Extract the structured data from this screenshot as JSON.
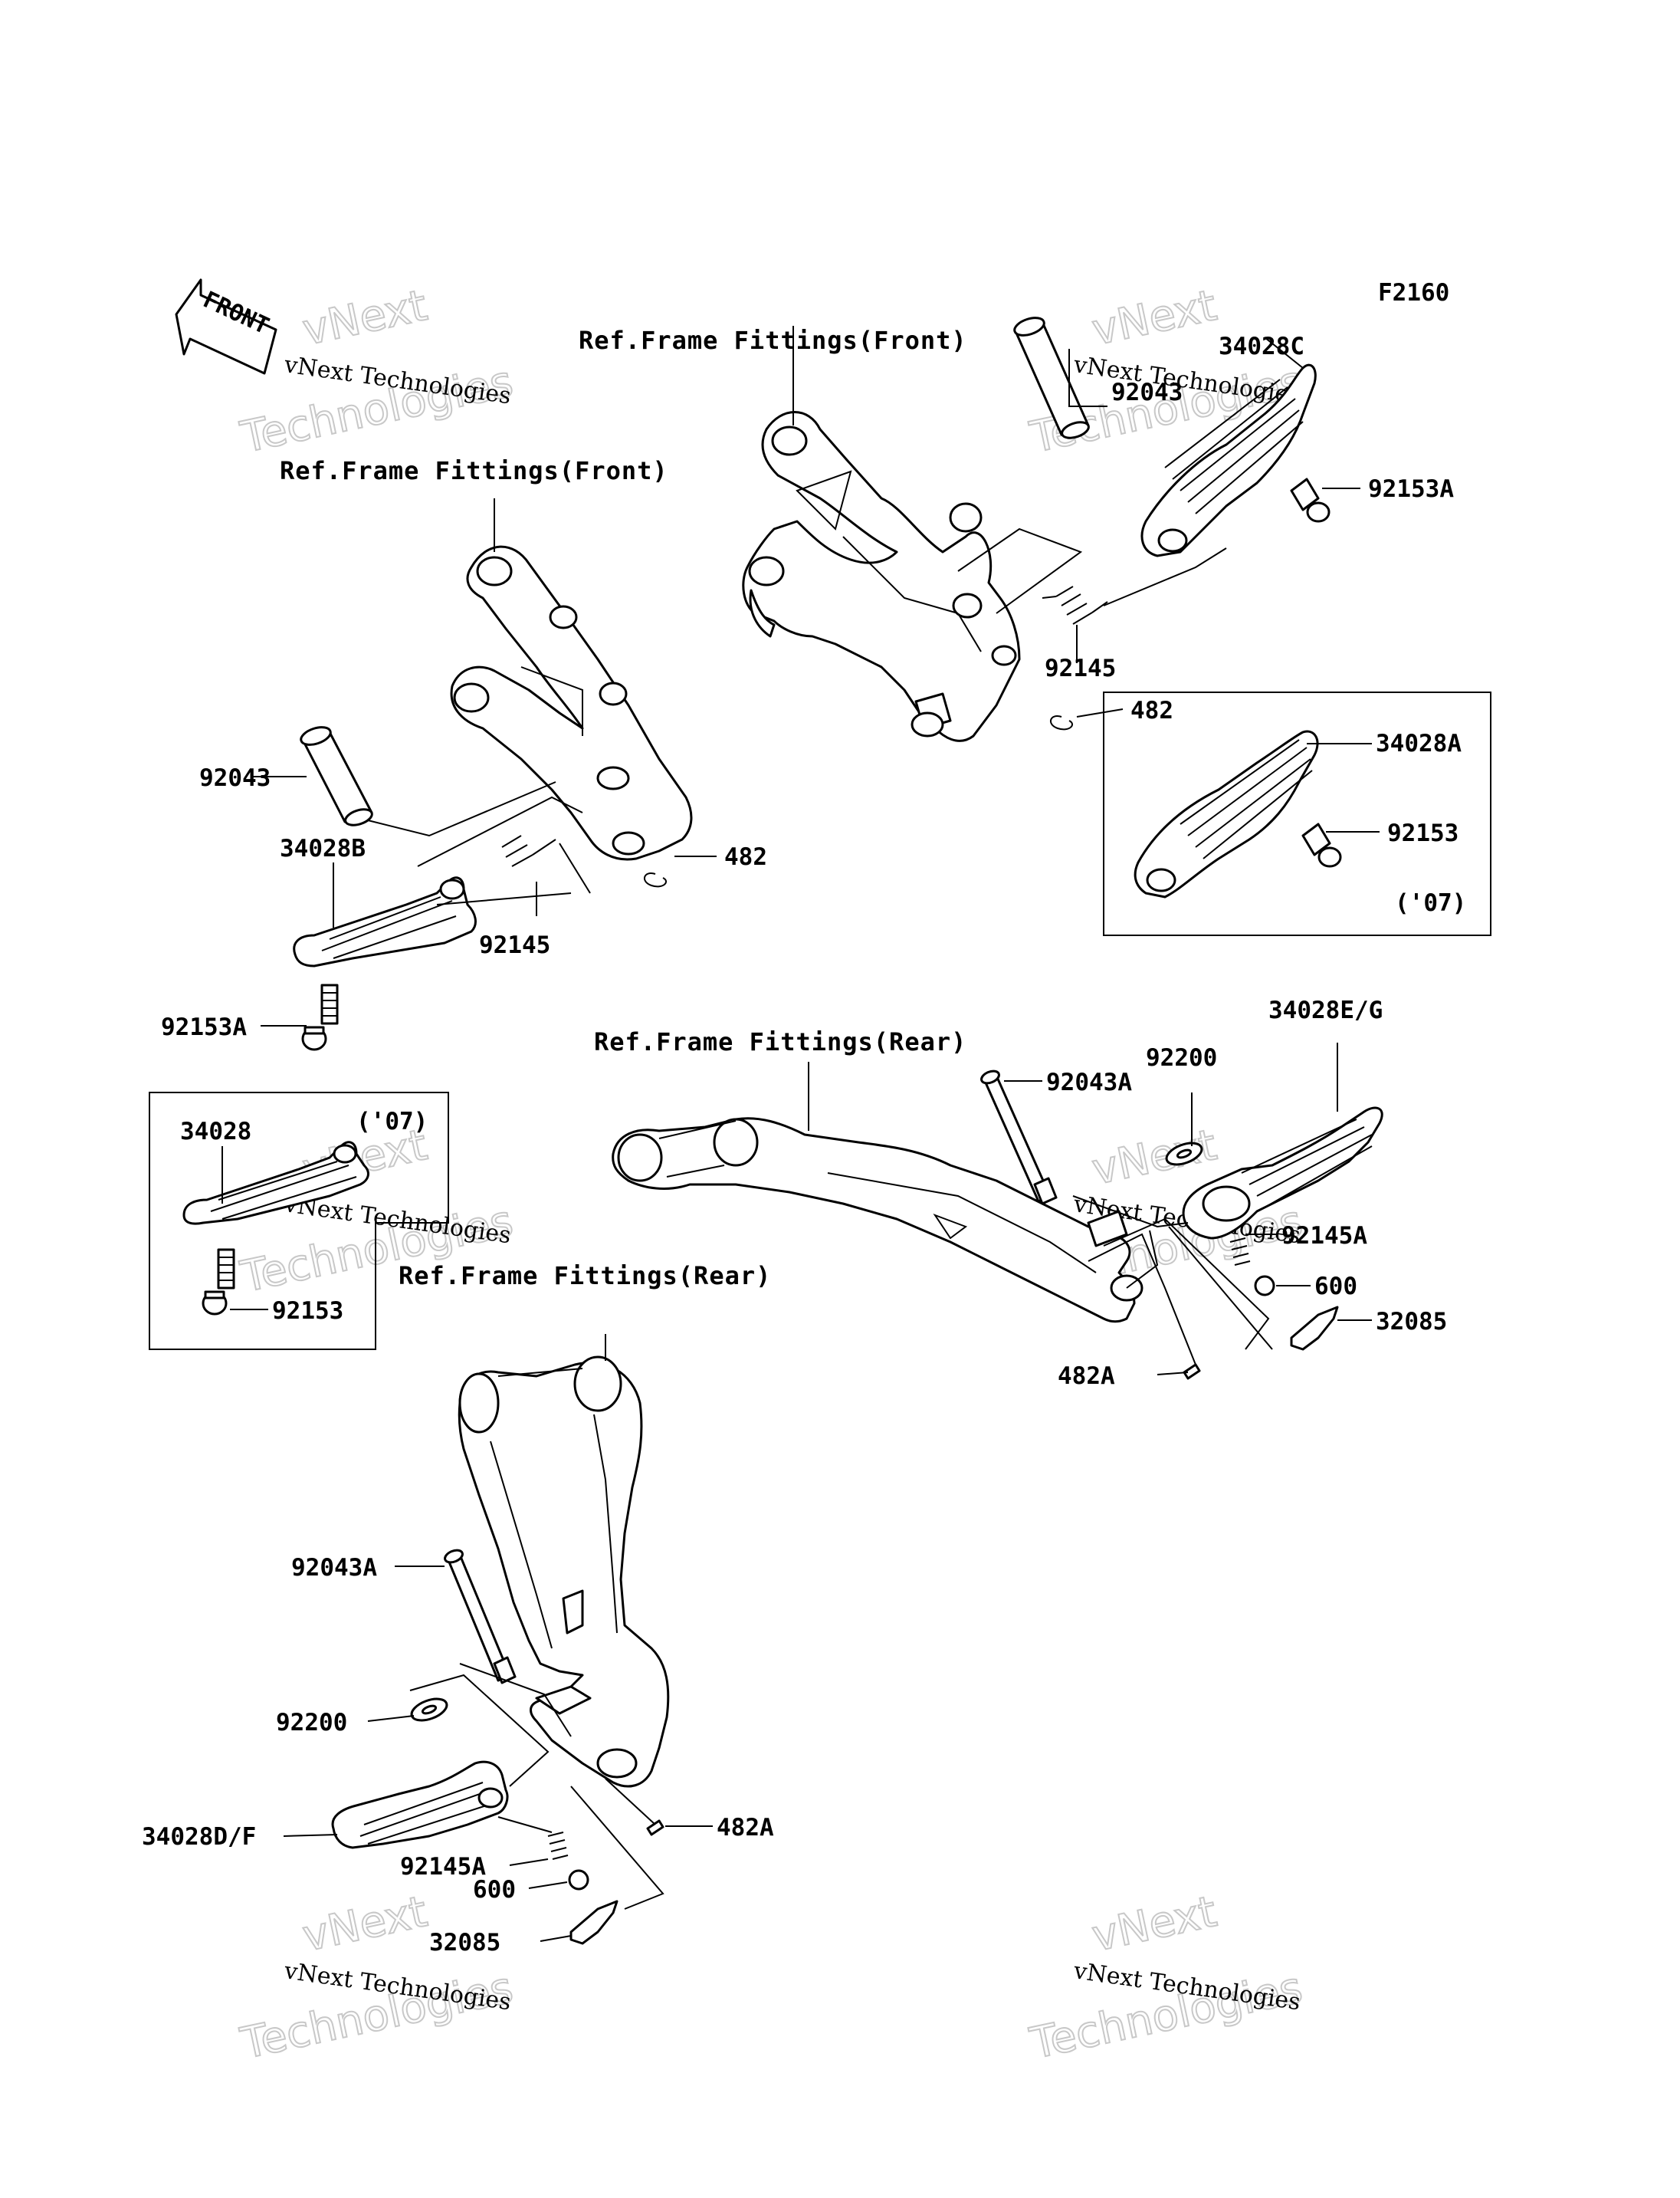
{
  "diagram_code": "F2160",
  "front_arrow_label": "FRONT",
  "watermark": {
    "line1": "vNext Technologies",
    "line2": "vNext",
    "line3": "Technologies"
  },
  "refs": {
    "front_upper": "Ref.Frame Fittings(Front)",
    "front_left": "Ref.Frame Fittings(Front)",
    "rear_upper": "Ref.Frame Fittings(Rear)",
    "rear_lower": "Ref.Frame Fittings(Rear)"
  },
  "callouts": {
    "c34028C": "34028C",
    "c92043_top": "92043",
    "c92153A_top": "92153A",
    "c92145_top": "92145",
    "c482_top": "482",
    "c34028A": "34028A",
    "c92153_box": "92153",
    "c07_box1": "('07)",
    "c92043_left": "92043",
    "c34028B": "34028B",
    "c92145_left": "92145",
    "c482_left": "482",
    "c92153A_left": "92153A",
    "c34028_box": "34028",
    "c07_box2": "('07)",
    "c92153_box2": "92153",
    "c34028EG": "34028E/G",
    "c92200_right": "92200",
    "c92043A_right": "92043A",
    "c92145A_right": "92145A",
    "c600_right": "600",
    "c32085_right": "32085",
    "c482A_right": "482A",
    "c92043A_left": "92043A",
    "c92200_left": "92200",
    "c34028DF": "34028D/F",
    "c92145A_left": "92145A",
    "c600_left": "600",
    "c32085_left": "32085",
    "c482A_left": "482A"
  }
}
